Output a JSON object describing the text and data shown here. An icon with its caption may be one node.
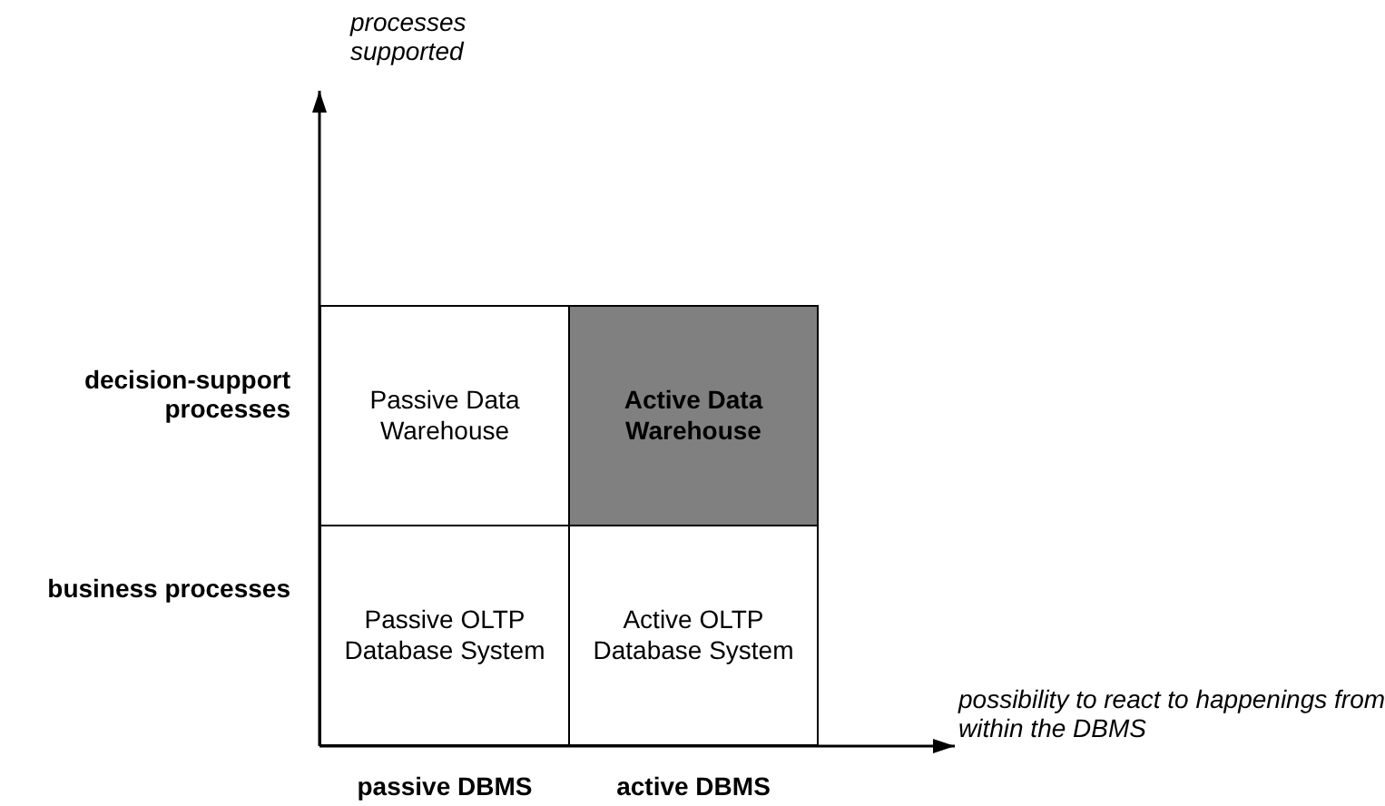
{
  "diagram": {
    "nodes": [
      {
        "text": [
          "Passive Data Warehouse"
        ]
      },
      {
        "text": [
          "Active Data Warehouse"
        ]
      },
      {
        "text": [
          "Passive OLTP Database System"
        ]
      },
      {
        "text": [
          "Active OLTP Database System"
        ]
      }
    ],
    "labels": [
      "processes supported",
      "decision-support processes",
      "business processes",
      "possibility to react to happenings from within the DBMS",
      "passive DBMS",
      "active DBMS"
    ]
  }
}
